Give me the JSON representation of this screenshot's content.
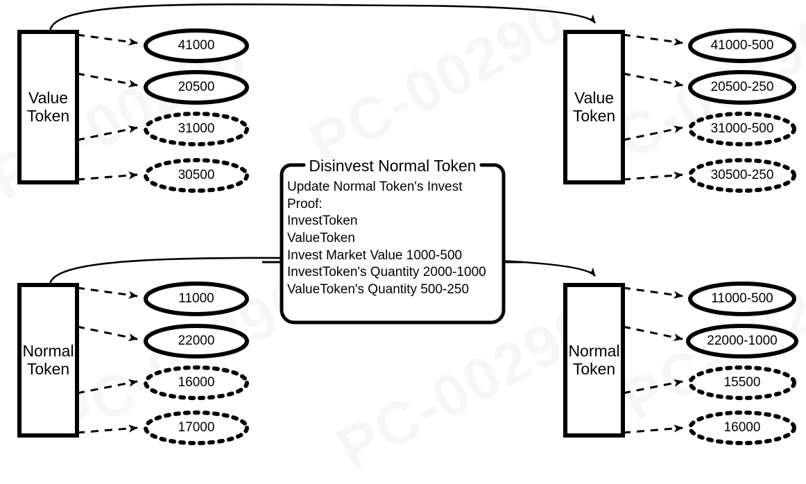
{
  "diagram": {
    "title_text": "Disinvest Normal Token",
    "watermark_text": "PC-00290",
    "stroke_color": "#000000",
    "background_color": "#ffffff"
  },
  "panel": {
    "title": "Disinvest Normal Token",
    "lines": [
      "Update Normal Token's Invest",
      "Proof:",
      "InvestToken",
      "ValueToken",
      "Invest Market Value 1000-500",
      "InvestToken's Quantity 2000-1000",
      "ValueToken's Quantity 500-250"
    ],
    "body_text": "Update Normal Token's Invest\nProof:\nInvestToken\nValueToken\nInvest Market Value 1000-500\nInvestToken's Quantity 2000-1000\nValueToken's Quantity 500-250"
  },
  "groups": {
    "top_left": {
      "box_label": "Value\nToken",
      "box_line1": "Value",
      "box_line2": "Token",
      "ellipses": [
        {
          "value": "41000",
          "style": "solid"
        },
        {
          "value": "20500",
          "style": "solid"
        },
        {
          "value": "31000",
          "style": "dotted"
        },
        {
          "value": "30500",
          "style": "dotted"
        }
      ]
    },
    "top_right": {
      "box_label": "Value\nToken",
      "box_line1": "Value",
      "box_line2": "Token",
      "ellipses": [
        {
          "value": "41000-500",
          "style": "solid"
        },
        {
          "value": "20500-250",
          "style": "solid"
        },
        {
          "value": "31000-500",
          "style": "dotted"
        },
        {
          "value": "30500-250",
          "style": "dotted"
        }
      ]
    },
    "bottom_left": {
      "box_label": "Normal\nToken",
      "box_line1": "Normal",
      "box_line2": "Token",
      "ellipses": [
        {
          "value": "11000",
          "style": "solid"
        },
        {
          "value": "22000",
          "style": "solid"
        },
        {
          "value": "16000",
          "style": "dotted"
        },
        {
          "value": "17000",
          "style": "dotted"
        }
      ]
    },
    "bottom_right": {
      "box_label": "Normal\nToken",
      "box_line1": "Normal",
      "box_line2": "Token",
      "ellipses": [
        {
          "value": "11000-500",
          "style": "solid"
        },
        {
          "value": "22000-1000",
          "style": "solid"
        },
        {
          "value": "15500",
          "style": "dotted"
        },
        {
          "value": "16000",
          "style": "dotted"
        }
      ]
    }
  }
}
